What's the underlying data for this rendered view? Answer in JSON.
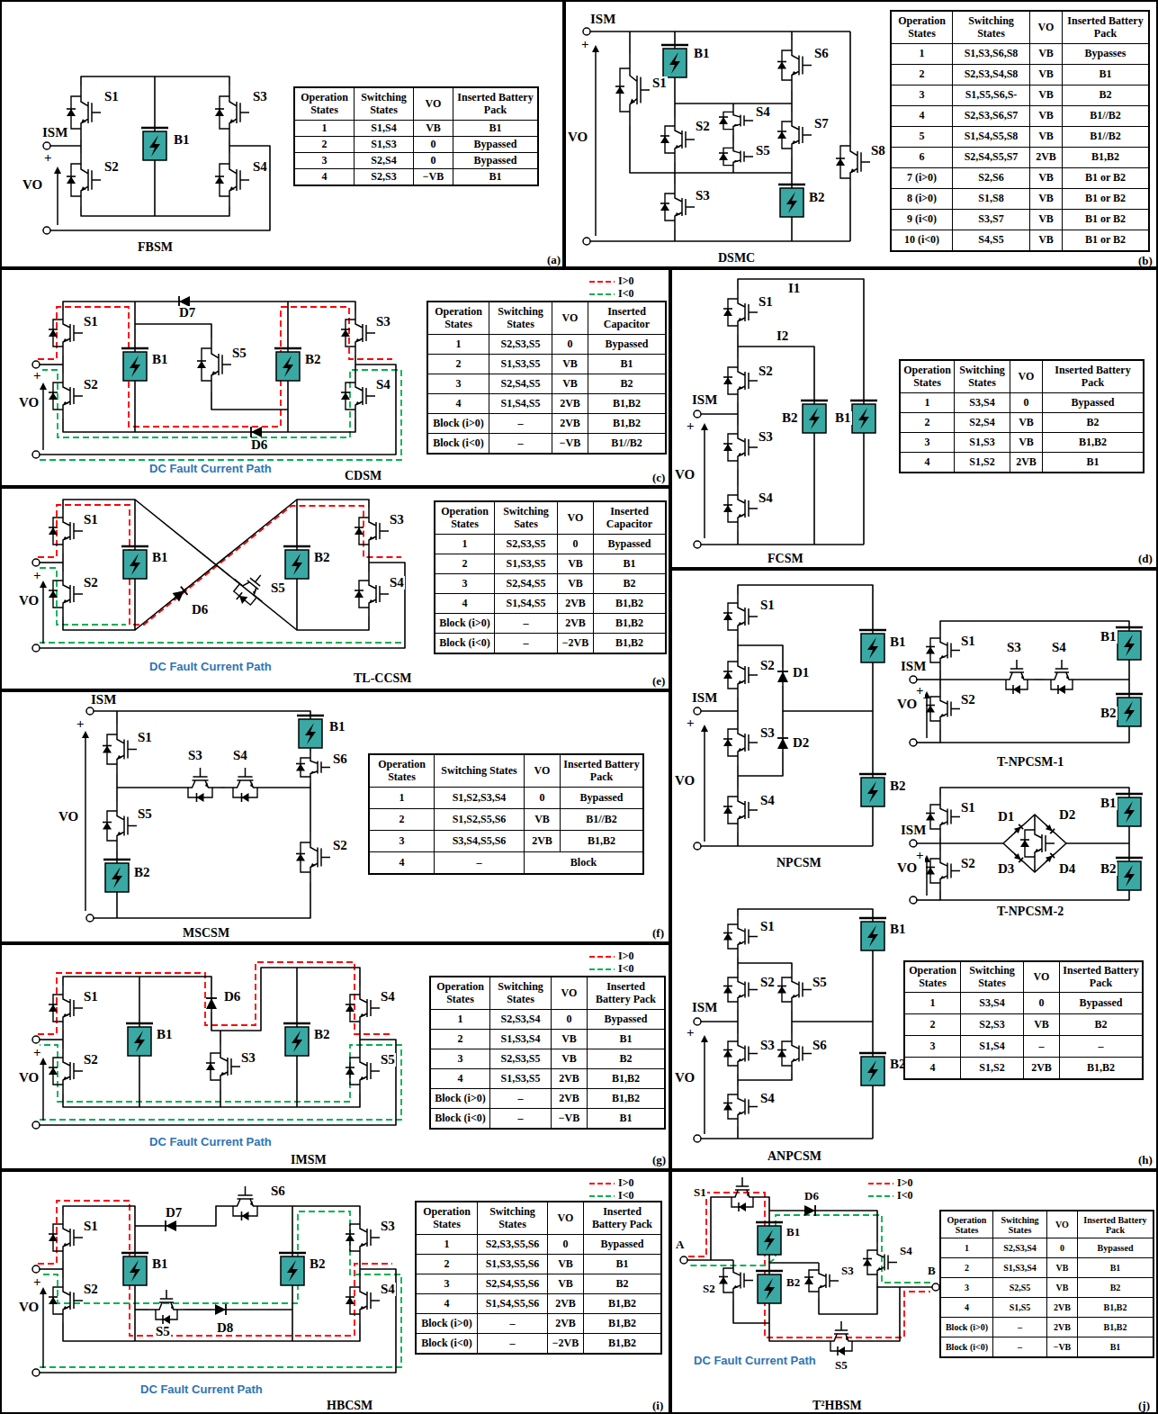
{
  "diagram": {
    "nodes": [
      {
        "text": [
          "FBSM",
          "(a)"
        ]
      },
      {
        "text": [
          "DSMC",
          "(b)"
        ]
      },
      {
        "text": [
          "CDSM",
          "(c)"
        ]
      },
      {
        "text": [
          "FCSM",
          "(d)"
        ]
      },
      {
        "text": [
          "TL-CCSM",
          "(e)"
        ]
      },
      {
        "text": [
          "NPCSM",
          "T-NPCSM-1",
          "T-NPCSM-2",
          "ANPCSM",
          "(h)"
        ]
      },
      {
        "text": [
          "MSCSM",
          "(f)"
        ]
      },
      {
        "text": [
          "IMSM",
          "(g)"
        ]
      },
      {
        "text": [
          "HBCSM",
          "(i)"
        ]
      },
      {
        "text": [
          "T²HBSM",
          "(j)"
        ]
      }
    ],
    "labels": [
      "ISM",
      "+",
      "VO",
      "S1",
      "S2",
      "B1",
      "S3",
      "S4",
      "Operation States",
      "Switching States",
      "VO",
      "Inserted Battery Pack",
      "1",
      "S1,S4",
      "VB",
      "B1",
      "2",
      "S1,S3",
      "0",
      "Bypassed",
      "3",
      "S2,S4",
      "0",
      "Bypassed",
      "4",
      "S2,S3",
      "−VB",
      "B1",
      "ISM",
      "+",
      "VO",
      "S1",
      "B1",
      "S4",
      "S5",
      "S6",
      "S2",
      "S7",
      "S3",
      "B2",
      "S8",
      "Operation States",
      "Switching States",
      "VO",
      "Inserted Battery Pack",
      "1",
      "S1,S3,S6,S8",
      "VB",
      "Bypasses",
      "2",
      "S2,S3,S4,S8",
      "VB",
      "B1",
      "3",
      "S1,S5,S6,S-",
      "VB",
      "B2",
      "4",
      "S2,S3,S6,S7",
      "VB",
      "B1//B2",
      "5",
      "S1,S4,S5,S8",
      "VB",
      "B1//B2",
      "6",
      "S2,S4,S5,S7",
      "2VB",
      "B1,B2",
      "7 (i>0)",
      "S2,S6",
      "VB",
      "B1 or B2",
      "8 (i>0)",
      "S1,S8",
      "VB",
      "B1 or B2",
      "9 (i<0)",
      "S3,S7",
      "VB",
      "B1 or B2",
      "10 (i<0)",
      "S4,S5",
      "VB",
      "B1 or B2",
      "S1",
      "S2",
      "B1",
      "D7",
      "S5",
      "B2",
      "D6",
      "S3",
      "S4",
      "+",
      "VO",
      "DC Fault Current Path",
      "Operation States",
      "Switching States",
      "VO",
      "Inserted Capacitor",
      "1",
      "S2,S3,S5",
      "0",
      "Bypassed",
      "2",
      "S1,S3,S5",
      "VB",
      "B1",
      "3",
      "S2,S4,S5",
      "VB",
      "B2",
      "4",
      "S1,S4,S5",
      "2VB",
      "B1,B2",
      "Block (i>0)",
      "–",
      "2VB",
      "B1,B2",
      "Block (i<0)",
      "–",
      "−VB",
      "B1//B2",
      "I1",
      "I2",
      "ISM",
      "+",
      "VO",
      "S1",
      "S2",
      "S3",
      "S4",
      "B2",
      "B1",
      "Operation States",
      "Switching States",
      "VO",
      "Inserted Battery Pack",
      "1",
      "S3,S4",
      "0",
      "Bypassed",
      "2",
      "S2,S4",
      "VB",
      "B2",
      "3",
      "S1,S3",
      "VB",
      "B1,B2",
      "4",
      "S1,S2",
      "2VB",
      "B1",
      "S1",
      "S2",
      "B1",
      "D6",
      "S5",
      "B2",
      "S3",
      "S4",
      "+",
      "VO",
      "DC Fault Current Path",
      "Operation States",
      "Switching Sates",
      "VO",
      "Inserted Capacitor",
      "1",
      "S2,S3,S5",
      "0",
      "Bypassed",
      "2",
      "S1,S3,S5",
      "VB",
      "B1",
      "3",
      "S2,S4,S5",
      "VB",
      "B2",
      "4",
      "S1,S4,S5",
      "2VB",
      "B1,B2",
      "Block (i>0)",
      "–",
      "2VB",
      "B1,B2",
      "Block (i<0)",
      "–",
      "−2VB",
      "B1,B2",
      "S1",
      "D1",
      "S2",
      "ISM",
      "+",
      "VO",
      "S3",
      "D2",
      "S4",
      "B1",
      "B2",
      "S1",
      "S3",
      "S4",
      "B1",
      "ISM",
      "+",
      "VO",
      "S2",
      "B2",
      "S1",
      "D1",
      "D2",
      "B1",
      "ISM",
      "+",
      "VO",
      "S2",
      "D3",
      "D4",
      "B2",
      "S1",
      "S2",
      "S5",
      "ISM",
      "+",
      "VO",
      "S3",
      "S6",
      "S4",
      "B1",
      "B2",
      "Operation States",
      "Switching States",
      "VO",
      "Inserted Battery Pack",
      "1",
      "S3,S4",
      "0",
      "Bypassed",
      "2",
      "S2,S3",
      "VB",
      "B2",
      "3",
      "S1,S4",
      "–",
      "–",
      "4",
      "S1,S2",
      "2VB",
      "B1,B2",
      "ISM",
      "+",
      "VO",
      "S1",
      "S3",
      "S4",
      "B1",
      "S6",
      "S5",
      "S2",
      "B2",
      "Operation States",
      "Switching States",
      "VO",
      "Inserted Battery Pack",
      "1",
      "S1,S2,S3,S4",
      "0",
      "Bypassed",
      "2",
      "S1,S2,S5,S6",
      "VB",
      "B1//B2",
      "3",
      "S3,S4,S5,S6",
      "2VB",
      "B1,B2",
      "4",
      "–",
      "Block",
      "S1",
      "S2",
      "B1",
      "D6",
      "S3",
      "B2",
      "S4",
      "S5",
      "+",
      "VO",
      "DC Fault Current Path",
      "Operation States",
      "Switching States",
      "VO",
      "Inserted Battery Pack",
      "1",
      "S2,S3,S4",
      "0",
      "Bypassed",
      "2",
      "S1,S3,S4",
      "VB",
      "B1",
      "3",
      "S2,S3,S5",
      "VB",
      "B2",
      "4",
      "S1,S3,S5",
      "2VB",
      "B1,B2",
      "Block (i>0)",
      "–",
      "2VB",
      "B1,B2",
      "Block (i<0)",
      "–",
      "−VB",
      "B1",
      "S1",
      "S2",
      "B1",
      "D7",
      "S6",
      "S5",
      "D8",
      "B2",
      "S3",
      "S4",
      "+",
      "VO",
      "DC Fault Current Path",
      "Operation States",
      "Switching States",
      "VO",
      "Inserted Battery Pack",
      "1",
      "S2,S3,S5,S6",
      "0",
      "Bypassed",
      "2",
      "S1,S3,S5,S6",
      "VB",
      "B1",
      "3",
      "S2,S4,S5,S6",
      "VB",
      "B2",
      "4",
      "S1,S4,S5,S6",
      "2VB",
      "B1,B2",
      "Block (i>0)",
      "–",
      "2VB",
      "B1,B2",
      "Block (i<0)",
      "–",
      "−2VB",
      "B1,B2",
      "A",
      "S1",
      "D6",
      "B1",
      "B2",
      "S2",
      "S3",
      "S4",
      "B",
      "S5",
      "DC Fault Current Path",
      "Operation States",
      "Switching States",
      "VO",
      "Inserted Battery Pack",
      "1",
      "S2,S3,S4",
      "0",
      "Bypassed",
      "2",
      "S1,S3,S4",
      "VB",
      "B1",
      "3",
      "S2,S5",
      "VB",
      "B2",
      "4",
      "S1,S5",
      "2VB",
      "B1,B2",
      "Block (i>0)",
      "–",
      "2VB",
      "B1,B2",
      "Block (i<0)",
      "–",
      "−VB",
      "B1"
    ],
    "legend": [
      {
        "text": "I>0"
      },
      {
        "text": "I<0"
      },
      {
        "text": "I>0"
      },
      {
        "text": "I<0"
      },
      {
        "text": "I>0"
      },
      {
        "text": "I<0"
      },
      {
        "text": "I>0"
      },
      {
        "text": "I<0"
      }
    ]
  }
}
